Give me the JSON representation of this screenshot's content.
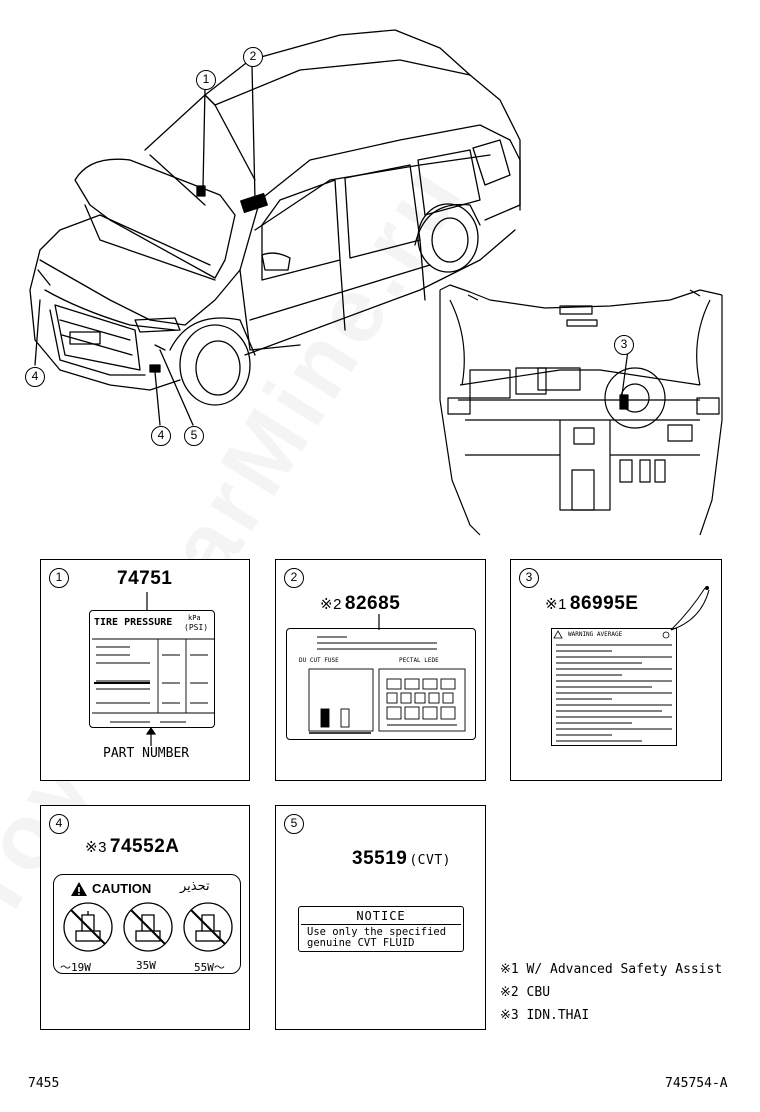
{
  "callouts": {
    "c1": "1",
    "c2": "2",
    "c3": "3",
    "c4a": "4",
    "c4b": "4",
    "c5": "5"
  },
  "panels": {
    "p1": {
      "index": "1",
      "part": "74751",
      "label_title": "TIRE PRESSURE",
      "label_unit1": "kPa",
      "label_unit2": "(PSI)",
      "caption": "PART NUMBER"
    },
    "p2": {
      "index": "2",
      "prefix": "※2",
      "part": "82685",
      "left_caption": "DU CUT FUSE",
      "right_caption": "PECTAL LEDE"
    },
    "p3": {
      "index": "3",
      "prefix": "※1",
      "part": "86995E",
      "label_title": "WARNING AVERAGE"
    },
    "p4": {
      "index": "4",
      "prefix": "※3",
      "part": "74552A",
      "caution": "CAUTION",
      "arabic": "تحذير",
      "w1": "～19W",
      "w2": "35W",
      "w3": "55W～"
    },
    "p5": {
      "index": "5",
      "part": "35519",
      "suffix": "(CVT)",
      "notice_title": "NOTICE",
      "notice_line1": "Use only the specified",
      "notice_line2": "genuine CVT FLUID"
    }
  },
  "notes": [
    "※1 W/ Advanced Safety Assist",
    "※2 CBU",
    "※3 IDN.THAI"
  ],
  "footer": {
    "left": "7455",
    "right": "745754-A"
  },
  "watermark": "ToyotaCarMine.ru",
  "colors": {
    "line": "#000000",
    "background": "#ffffff"
  }
}
